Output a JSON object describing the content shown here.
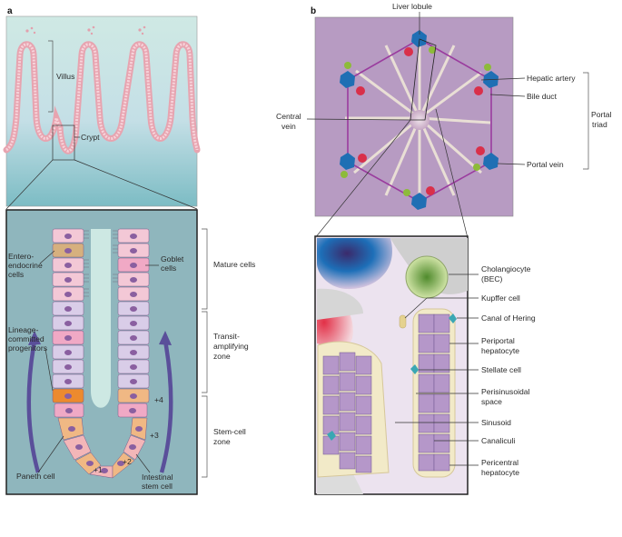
{
  "panel_a": {
    "letter": "a",
    "labels": {
      "villus": "Villus",
      "crypt": "Crypt",
      "enteroendocrine_1": "Entero-",
      "enteroendocrine_2": "endocrine",
      "enteroendocrine_3": "cells",
      "goblet_1": "Goblet",
      "goblet_2": "cells",
      "lineage_1": "Lineage-",
      "lineage_2": "committed",
      "lineage_3": "progenitors",
      "paneth": "Paneth cell",
      "intestinal_1": "Intestinal",
      "intestinal_2": "stem cell",
      "pos_plus1": "+1",
      "pos_plus2": "+2",
      "pos_plus3": "+3",
      "pos_plus4": "+4"
    },
    "zones": {
      "mature": "Mature cells",
      "transit_1": "Transit-",
      "transit_2": "amplifying",
      "transit_3": "zone",
      "stem_1": "Stem-cell",
      "stem_2": "zone"
    },
    "colors": {
      "lumen_top": "#cde8e3",
      "tissue": "#b9d9dc",
      "villus_cells": "#f2b6c0",
      "panel_bg": "#8fb6bd",
      "arrow": "#5a4f9a",
      "paneth": "#f0b884",
      "progenitor": "#ec8a2e",
      "transit": "#d9cde8",
      "mature": "#f3c8d6",
      "nucleus": "#8a5fa0"
    }
  },
  "panel_b": {
    "letter": "b",
    "labels": {
      "liver_lobule": "Liver lobule",
      "hepatic_artery": "Hepatic artery",
      "bile_duct": "Bile duct",
      "portal_1": "Portal",
      "portal_2": "triad",
      "portal_vein": "Portal vein",
      "central_1": "Central",
      "central_2": "vein",
      "cholangiocyte_1": "Cholangiocyte",
      "cholangiocyte_2": "(BEC)",
      "kupffer": "Kupffer cell",
      "canal_hering": "Canal of Hering",
      "periportal_1": "Periportal",
      "periportal_2": "hepatocyte",
      "stellate": "Stellate cell",
      "perisinusoidal_1": "Perisinusoidal",
      "perisinusoidal_2": "space",
      "sinusoid": "Sinusoid",
      "canaliculi": "Canaliculi",
      "pericentral_1": "Pericentral",
      "pericentral_2": "hepatocyte"
    },
    "colors": {
      "lobule_bg": "#b79bc2",
      "hexagon": "#9a3c9e",
      "portal_vein": "#1f6fb4",
      "hepatic_artery": "#d9304a",
      "bile_duct": "#8dbb3a",
      "hepatocyte": "#b597c9",
      "cholangiocyte": "#7aa33c",
      "stellate": "#3aa7b3"
    }
  }
}
